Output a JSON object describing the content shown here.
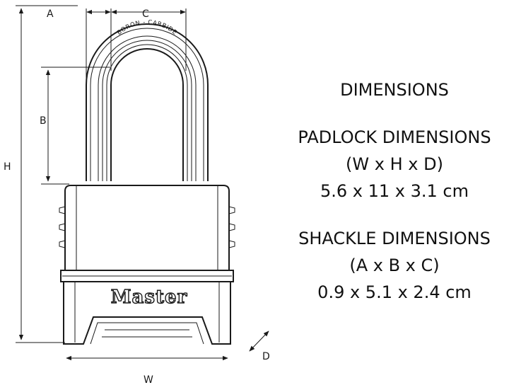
{
  "labels": {
    "a": "A",
    "b": "B",
    "c": "C",
    "d": "D",
    "h": "H",
    "w": "W"
  },
  "shackle_marking": "BORON - CARBIDE",
  "brand": "Master",
  "panel": {
    "heading": "DIMENSIONS",
    "padlock_title": "PADLOCK DIMENSIONS",
    "padlock_axes": "(W x H x D)",
    "padlock_values": "5.6 x 11 x 3.1 cm",
    "shackle_title": "SHACKLE DIMENSIONS",
    "shackle_axes": "(A x B x C)",
    "shackle_values": "0.9 x 5.1 x 2.4 cm"
  },
  "colors": {
    "ink": "#1a1a1a",
    "background": "#ffffff"
  }
}
